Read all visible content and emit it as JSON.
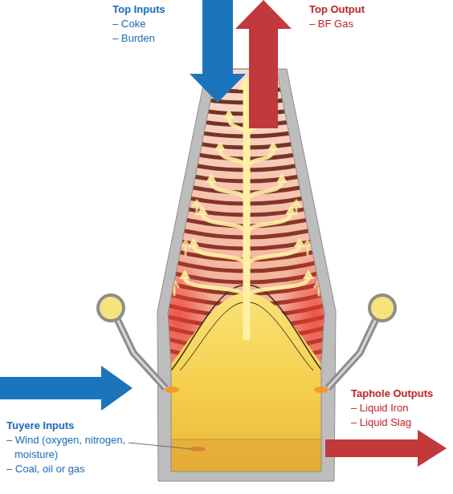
{
  "diagram": {
    "labels": [
      "Top Inputs",
      "– Coke",
      "– Burden",
      "Top Output",
      "– BF Gas",
      "Tuyere Inputs",
      "– Wind (oxygen, nitrogen, moisture)",
      "– Coal, oil or gas",
      "Taphole Outputs",
      "– Liquid Iron",
      "– Liquid Slag"
    ]
  }
}
